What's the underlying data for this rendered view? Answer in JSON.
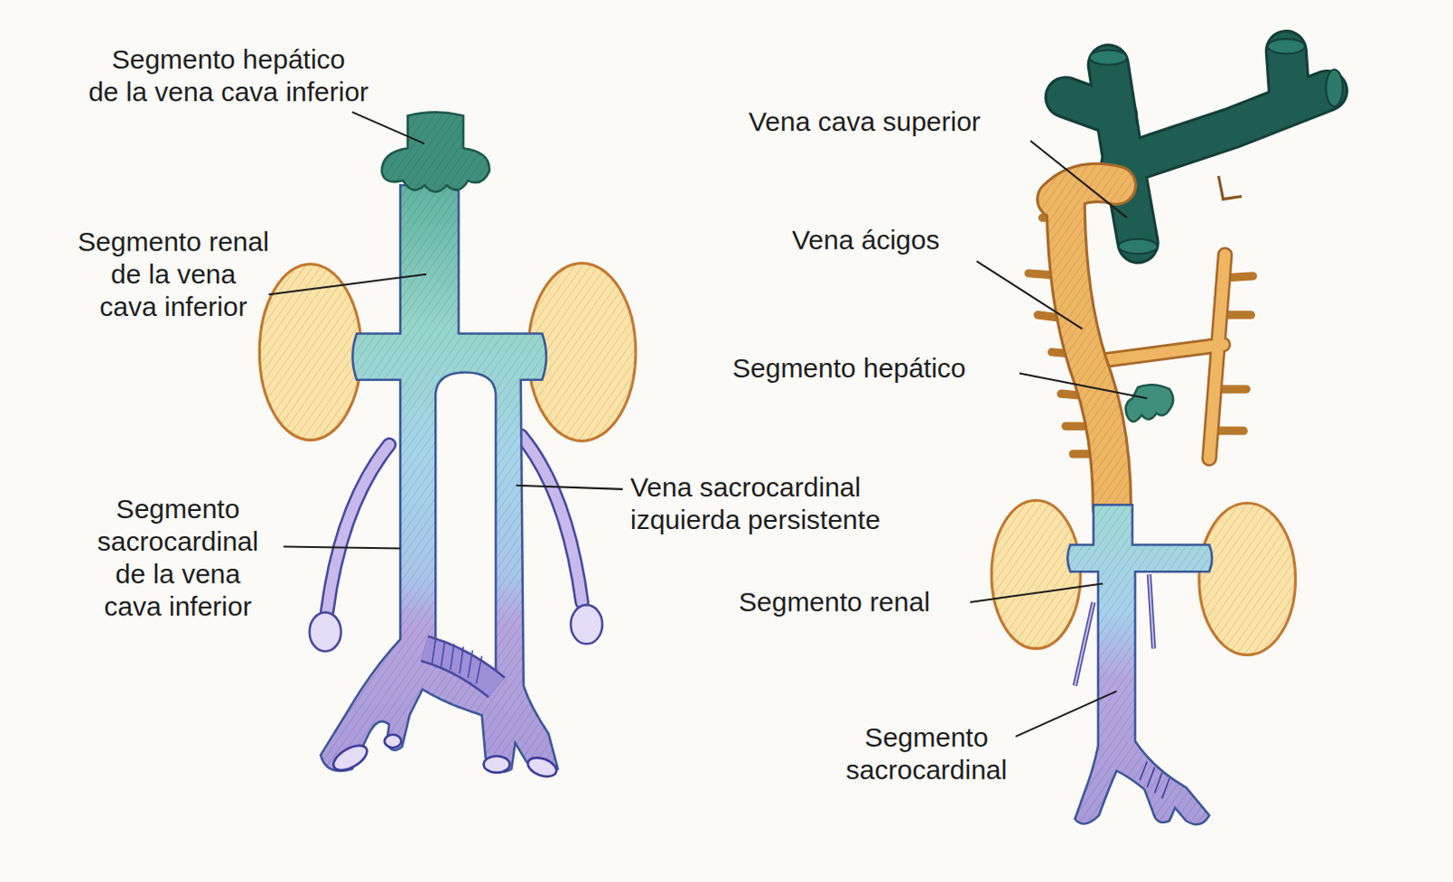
{
  "diagram": {
    "labels": [
      "Segmento hepático de la vena cava inferior",
      "Segmento renal de la vena cava inferior",
      "Vena sacrocardinal izquierda persistente",
      "Segmento sacrocardinal de la vena cava inferior",
      "Vena cava superior",
      "Vena ácigos",
      "Segmento hepático",
      "Segmento renal",
      "Segmento sacrocardinal"
    ]
  }
}
